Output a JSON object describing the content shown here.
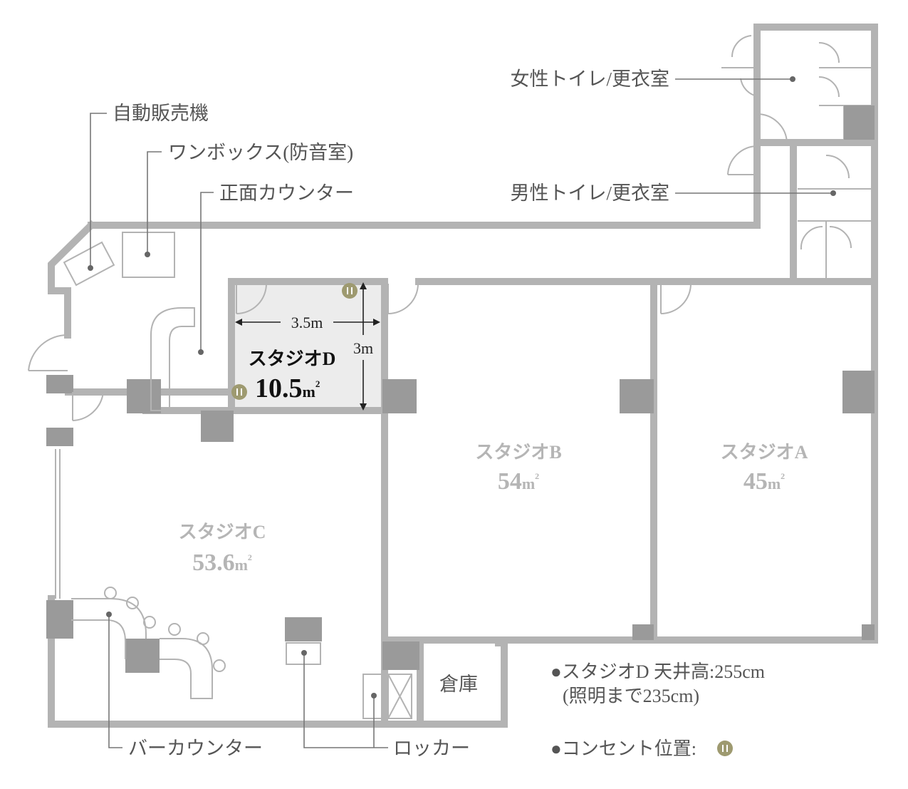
{
  "labels": {
    "vending": "自動販売機",
    "onebox": "ワンボックス(防音室)",
    "front_counter": "正面カウンター",
    "women": "女性トイレ/更衣室",
    "men": "男性トイレ/更衣室",
    "bar_counter": "バーカウンター",
    "locker": "ロッカー",
    "storage": "倉庫"
  },
  "rooms": {
    "d": {
      "name": "スタジオD",
      "area_num": "10.5",
      "area_unit": "m",
      "sup": "2",
      "width_label": "3.5m",
      "depth_label": "3m"
    },
    "c": {
      "name": "スタジオC",
      "area_num": "53.6",
      "area_unit": "m",
      "sup": "2"
    },
    "b": {
      "name": "スタジオB",
      "area_num": "54",
      "area_unit": "m",
      "sup": "2"
    },
    "a": {
      "name": "スタジオA",
      "area_num": "45",
      "area_unit": "m",
      "sup": "2"
    }
  },
  "notes": {
    "ceiling_line1": "●スタジオD 天井高:255cm",
    "ceiling_line2": "(照明まで235cm)",
    "outlet": "●コンセント位置:"
  },
  "colors": {
    "wall": "#b3b3b3",
    "pillar": "#9a9a9a",
    "studio_d_fill": "#ececec",
    "outlet": "#9e9a70",
    "text": "#555555"
  }
}
